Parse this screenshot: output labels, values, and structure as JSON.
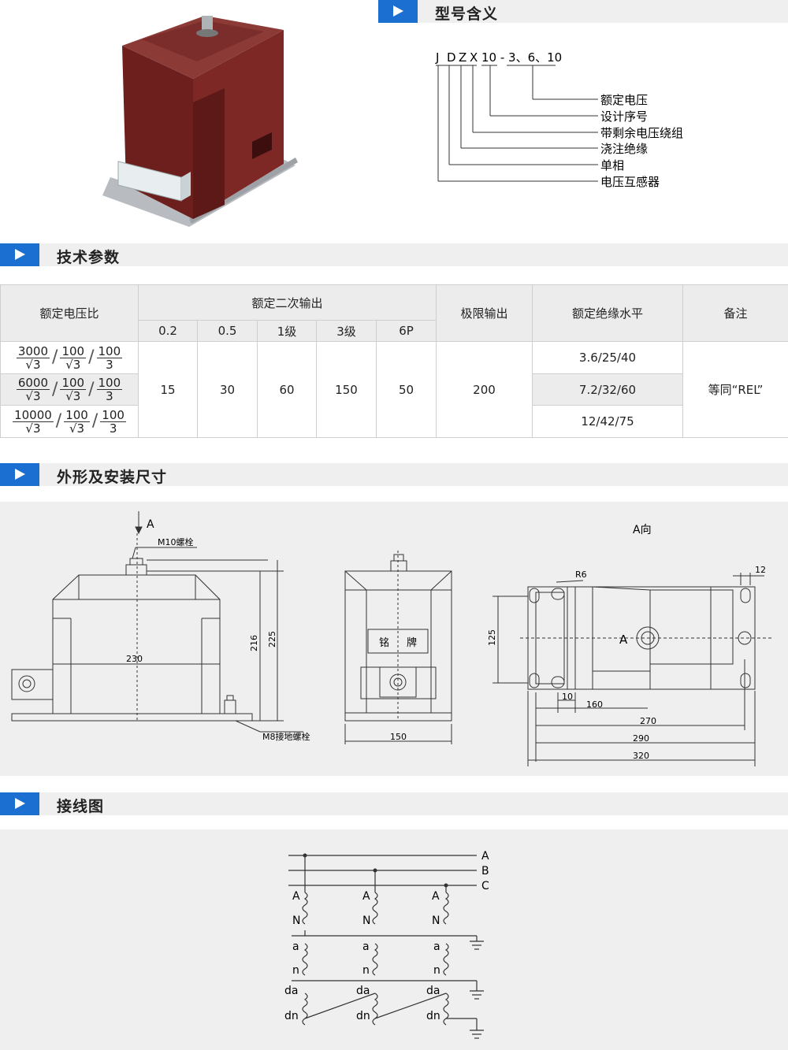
{
  "sections": {
    "model_title": "型号含义",
    "tech_title": "技术参数",
    "dim_title": "外形及安装尺寸",
    "wiring_title": "接线图"
  },
  "model": {
    "code_letters": [
      "J",
      "D",
      "Z",
      "X"
    ],
    "code_suffix": "10 - 3、6、10",
    "meanings": [
      "额定电压",
      "设计序号",
      "带剩余电压绕组",
      "浇注绝缘",
      "单相",
      "电压互感器"
    ]
  },
  "tech": {
    "col_ratio": "额定电压比",
    "col_secondary": "额定二次输出",
    "col_limit": "极限输出",
    "col_insulation": "额定绝缘水平",
    "col_note": "备注",
    "classes": [
      "0.2",
      "0.5",
      "1级",
      "3级",
      "6P"
    ],
    "ratios": [
      {
        "p": "3000",
        "s": "100",
        "t": "100",
        "r1": "3",
        "r2": "3",
        "r3": "3"
      },
      {
        "p": "6000",
        "s": "100",
        "t": "100",
        "r1": "3",
        "r2": "3",
        "r3": "3"
      },
      {
        "p": "10000",
        "s": "100",
        "t": "100",
        "r1": "3",
        "r2": "3",
        "r3": "3"
      }
    ],
    "outputs": [
      "15",
      "30",
      "60",
      "150",
      "50"
    ],
    "limit": "200",
    "insulation": [
      "3.6/25/40",
      "7.2/32/60",
      "12/42/75"
    ],
    "note": "等同“REL”"
  },
  "dims": {
    "arrow_label": "A",
    "bolt_label": "M10螺栓",
    "ground_label": "M8接地螺栓",
    "nameplate_1": "铭",
    "nameplate_2": "牌",
    "view_label": "A向",
    "r6": "R6",
    "values": {
      "w230": "230",
      "h216": "216",
      "h225": "225",
      "w150": "150",
      "h125": "125",
      "d12": "12",
      "d10": "10",
      "d160": "160",
      "d270": "270",
      "d290": "290",
      "d320": "320",
      "a_mark": "A"
    }
  },
  "wiring": {
    "phases": [
      "A",
      "B",
      "C"
    ],
    "prim_top": "A",
    "prim_bot": "N",
    "sec_top": "a",
    "sec_bot": "n",
    "res_top": "da",
    "res_bot": "dn"
  }
}
